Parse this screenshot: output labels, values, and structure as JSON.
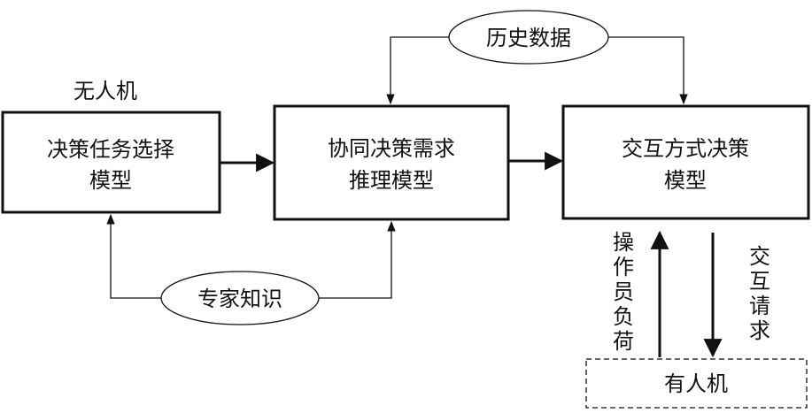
{
  "uav_label": "无人机",
  "boxes": {
    "decision_task_selection": {
      "line1": "决策任务选择",
      "line2": "模型"
    },
    "collab_demand_inference": {
      "line1": "协同决策需求",
      "line2": "推理模型"
    },
    "interaction_mode_decision": {
      "line1": "交互方式决策",
      "line2": "模型"
    }
  },
  "ellipses": {
    "historical_data": "历史数据",
    "expert_knowledge": "专家知识"
  },
  "vertical_labels": {
    "operator_workload": [
      "操",
      "作",
      "员",
      "负",
      "荷"
    ],
    "interaction_request": [
      "交",
      "互",
      "请",
      "求"
    ]
  },
  "manned_aircraft": "有人机"
}
